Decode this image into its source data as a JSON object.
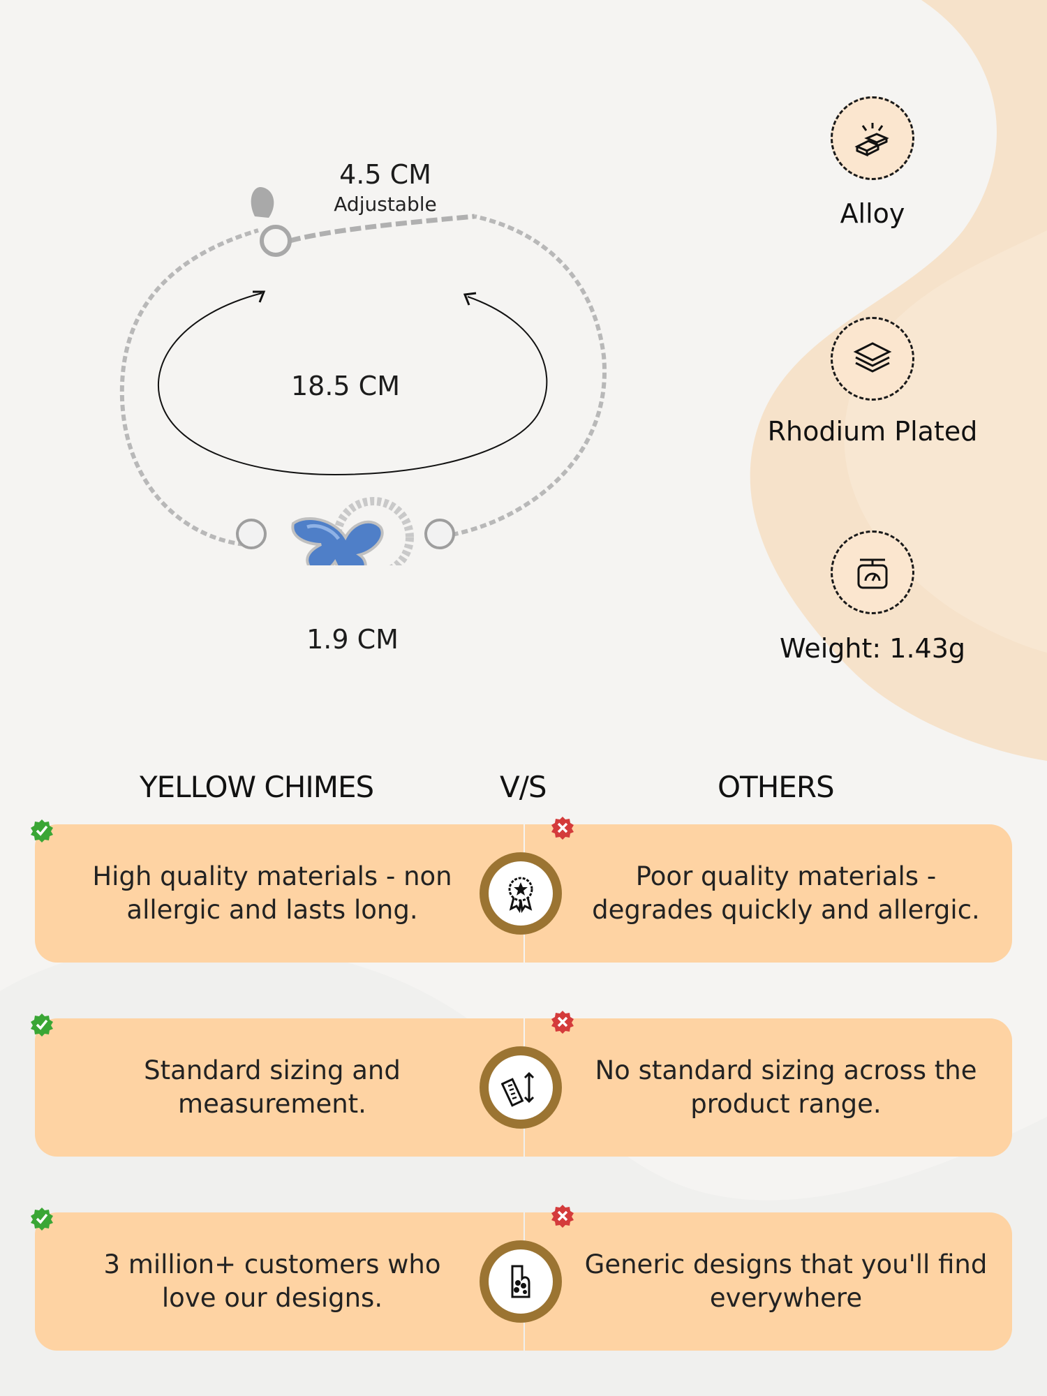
{
  "colors": {
    "card_fill": "#fed3a3",
    "badge_ring": "#9b7432",
    "check_green": "#3aa635",
    "cross_red": "#d43b3b",
    "accent_peach": "#f6dcbc"
  },
  "dimensions": {
    "chain_extension": "4.5 CM",
    "chain_extension_note": "Adjustable",
    "length": "18.5 CM",
    "pendant_width": "1.9 CM"
  },
  "features": [
    {
      "icon": "gold-bars-icon",
      "label": "Alloy"
    },
    {
      "icon": "layers-icon",
      "label": "Rhodium Plated"
    },
    {
      "icon": "weighing-scale-icon",
      "label": "Weight: 1.43g"
    }
  ],
  "comparison": {
    "left_heading": "YELLOW CHIMES",
    "vs_heading": "V/S",
    "right_heading": "OTHERS",
    "rows": [
      {
        "badge_icon": "quality-rosette-icon",
        "left_text": "High quality materials - non allergic and lasts long.",
        "right_text": "Poor quality materials - degrades quickly and allergic."
      },
      {
        "badge_icon": "ruler-measure-icon",
        "left_text": "Standard sizing and measurement.",
        "right_text": "No standard sizing across the product range."
      },
      {
        "badge_icon": "hand-with-bracelet-icon",
        "left_text": "3 million+ customers who love our designs.",
        "right_text": "Generic designs that you'll find everywhere"
      }
    ]
  }
}
